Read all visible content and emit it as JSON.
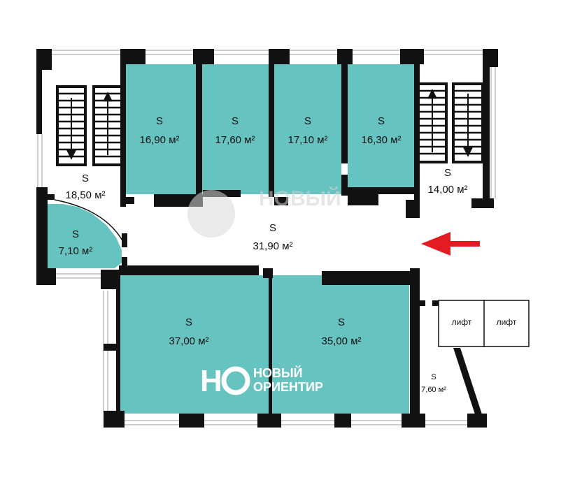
{
  "colors": {
    "room_fill": "#66c3c0",
    "wall": "#111111",
    "arrow": "#e31b23",
    "watermark_dark": "#cfcfcf",
    "logo_white": "#ffffff"
  },
  "rooms": [
    {
      "id": "stair-left",
      "letter": "S",
      "area": "18,50 м²",
      "tinted": false
    },
    {
      "id": "office-1",
      "letter": "S",
      "area": "16,90 м²",
      "tinted": true
    },
    {
      "id": "office-2",
      "letter": "S",
      "area": "17,60 м²",
      "tinted": true
    },
    {
      "id": "office-3",
      "letter": "S",
      "area": "17,10 м²",
      "tinted": true
    },
    {
      "id": "office-4",
      "letter": "S",
      "area": "16,30 м²",
      "tinted": true
    },
    {
      "id": "stair-right",
      "letter": "S",
      "area": "14,00 м²",
      "tinted": false
    },
    {
      "id": "small-room",
      "letter": "S",
      "area": "7,10 м²",
      "tinted": true
    },
    {
      "id": "corridor",
      "letter": "S",
      "area": "31,90 м²",
      "tinted": false
    },
    {
      "id": "office-5",
      "letter": "S",
      "area": "37,00 м²",
      "tinted": true
    },
    {
      "id": "office-6",
      "letter": "S",
      "area": "35,00 м²",
      "tinted": true
    },
    {
      "id": "lift-hall",
      "letter": "S",
      "area": "7,60 м²",
      "tinted": false
    }
  ],
  "lifts": [
    {
      "label": "лифт"
    },
    {
      "label": "лифт"
    }
  ],
  "watermark": {
    "text": "НОВЫЙ"
  },
  "logo": {
    "mark_h": "Н",
    "mark_o": "О",
    "line1": "НОВЫЙ",
    "line2": "ОРИЕНТИР"
  },
  "arrow": {
    "direction": "left",
    "meaning": "entrance"
  }
}
